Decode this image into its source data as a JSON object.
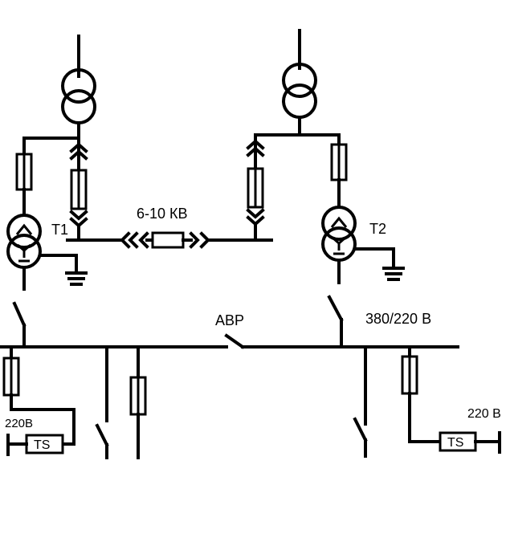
{
  "labels": {
    "t1": "T1",
    "t2": "T2",
    "hv_bus": "6-10 КВ",
    "avr": "АВР",
    "lv_bus": "380/220 В",
    "left_voltage": "220В",
    "right_voltage": "220 В",
    "ts_left": "TS",
    "ts_right": "TS"
  }
}
